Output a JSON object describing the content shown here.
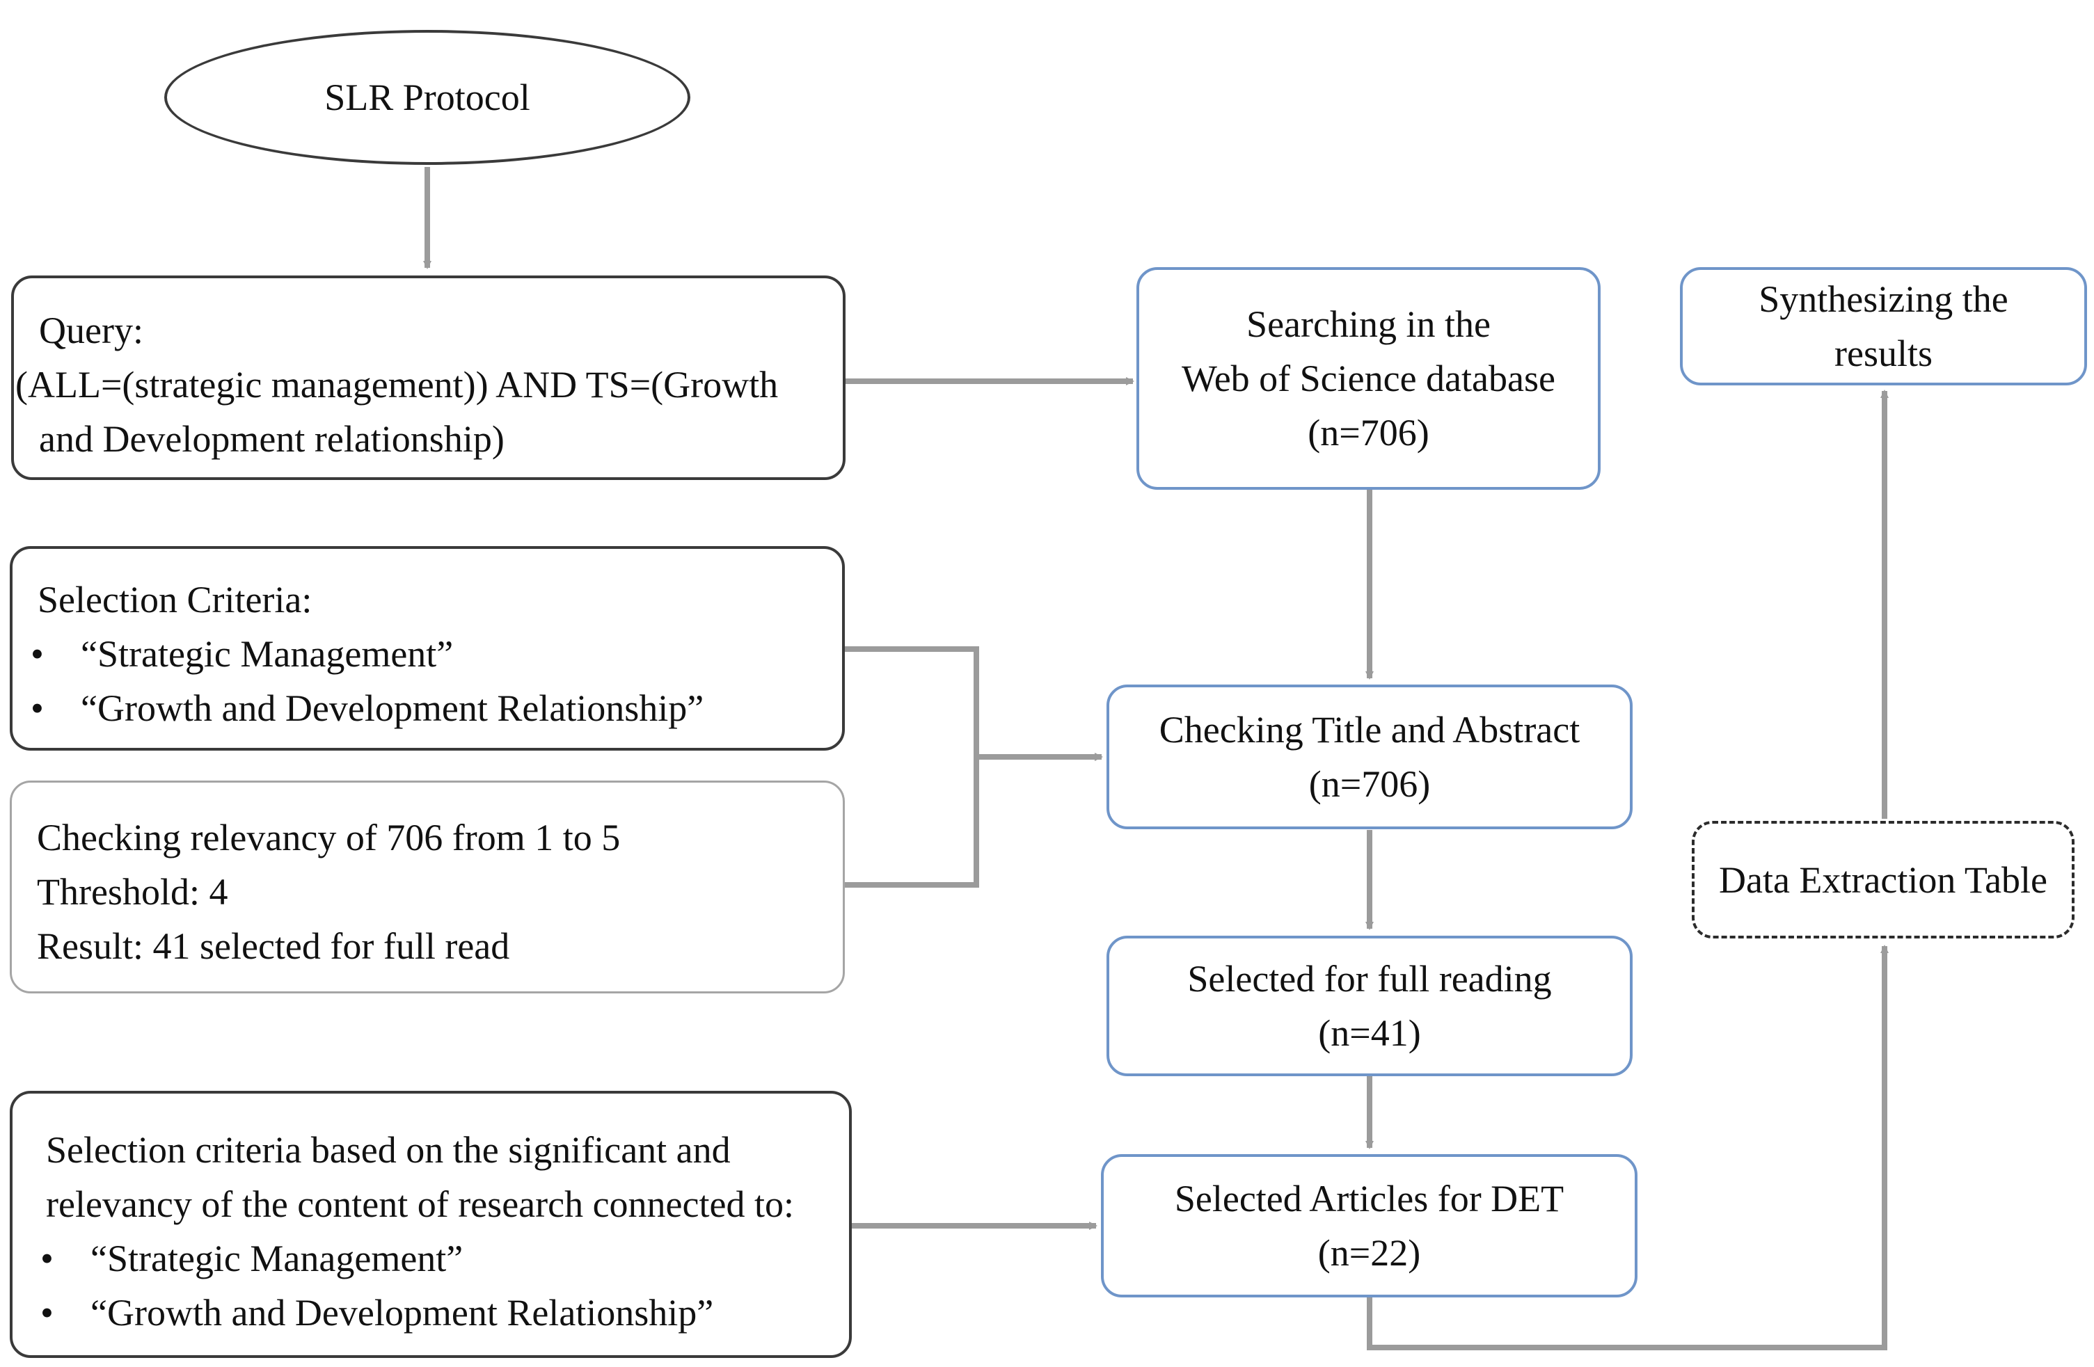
{
  "protocol": {
    "label": "SLR Protocol"
  },
  "query": {
    "lines": [
      "Query:",
      "(ALL=(strategic management)) AND TS=(Growth",
      "and Development relationship)"
    ]
  },
  "selection_criteria_1": {
    "title": "Selection Criteria:",
    "bullets": [
      "“Strategic Management”",
      "“Growth and Development Relationship”"
    ]
  },
  "relevancy": {
    "lines": [
      "Checking relevancy of 706 from 1 to 5",
      "Threshold: 4",
      "Result: 41 selected for full read"
    ]
  },
  "selection_criteria_2": {
    "lines": [
      "Selection criteria based on the significant and",
      "relevancy of the content of research connected to:"
    ],
    "bullets": [
      "“Strategic Management”",
      "“Growth and Development Relationship”"
    ]
  },
  "search": {
    "lines": [
      "Searching in the",
      "Web of Science database",
      "(n=706)"
    ]
  },
  "title_abstract": {
    "lines": [
      "Checking Title and Abstract",
      "(n=706)"
    ]
  },
  "full_reading": {
    "lines": [
      "Selected for full reading",
      "(n=41)"
    ]
  },
  "det": {
    "lines": [
      "Selected Articles for DET",
      "(n=22)"
    ]
  },
  "data_extraction": {
    "label": "Data Extraction Table"
  },
  "synthesizing": {
    "lines": [
      "Synthesizing the",
      "results"
    ]
  },
  "bullet_symbol": "•",
  "colors": {
    "dark_border": "#3a3a3a",
    "blue_border": "#6f95c9",
    "connector": "#9b9b9b"
  }
}
